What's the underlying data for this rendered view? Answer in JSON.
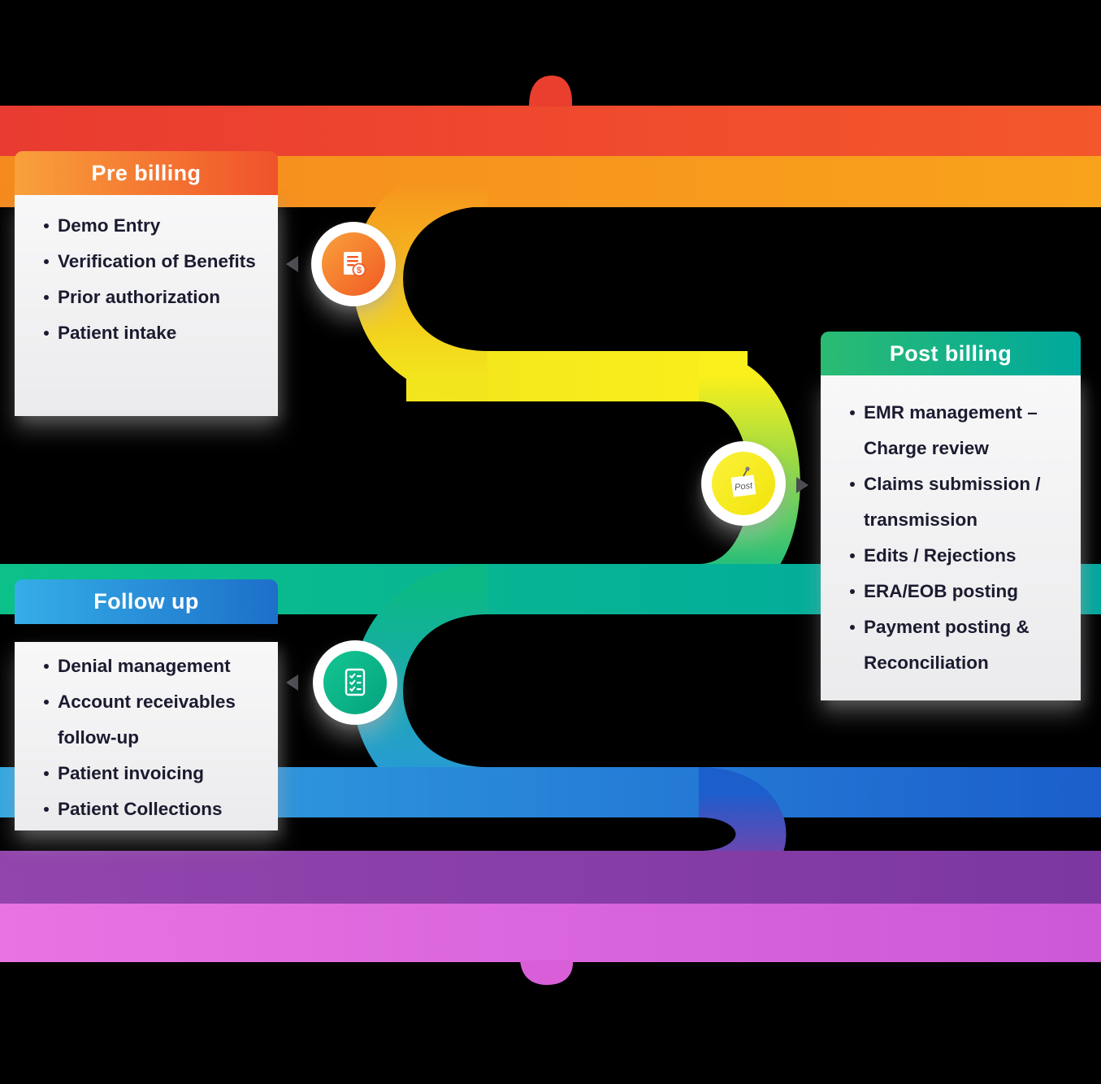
{
  "cards": {
    "pre_billing": {
      "title": "Pre billing",
      "items": [
        "Demo Entry",
        "Verification of Benefits",
        "Prior authorization",
        "Patient intake"
      ]
    },
    "post_billing": {
      "title": "Post billing",
      "items": [
        "EMR management – Charge review",
        "Claims submission / transmission",
        "Edits / Rejections",
        "ERA/EOB posting",
        "Payment posting & Reconciliation"
      ]
    },
    "follow_up": {
      "title": "Follow up",
      "items": [
        "Denial management",
        "Account receivables follow-up",
        "Patient invoicing",
        "Patient Collections"
      ]
    }
  },
  "nodes": {
    "billing_doc": {
      "icon": "invoice-icon",
      "currency_symbol": "$"
    },
    "post_note": {
      "icon": "post-note-icon",
      "label": "Post"
    },
    "checklist": {
      "icon": "checklist-icon"
    }
  },
  "ribbon_colors": {
    "red": "#EA3E2E",
    "orange": "#F7941E",
    "yellow": "#F6EC1C",
    "green": "#0CB985",
    "teal": "#00A79E",
    "blue_light": "#33A7E2",
    "blue": "#1B5ECC",
    "purple": "#8A3DA6",
    "magenta": "#D85FD8"
  }
}
